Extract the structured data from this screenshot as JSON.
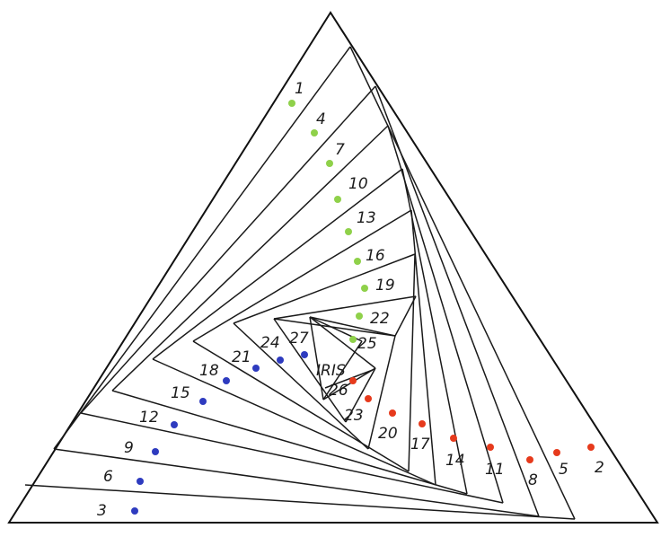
{
  "pattern": {
    "center_label": "IRIS",
    "dot_colors": {
      "green": "#8fd14a",
      "blue": "#2e3bbf",
      "red": "#e63a1c"
    },
    "pieces": [
      {
        "label": "1",
        "dot": "green"
      },
      {
        "label": "2",
        "dot": "red"
      },
      {
        "label": "3",
        "dot": "blue"
      },
      {
        "label": "4",
        "dot": "green"
      },
      {
        "label": "5",
        "dot": "red"
      },
      {
        "label": "6",
        "dot": "blue"
      },
      {
        "label": "7",
        "dot": "green"
      },
      {
        "label": "8",
        "dot": "red"
      },
      {
        "label": "9",
        "dot": "blue"
      },
      {
        "label": "10",
        "dot": "green"
      },
      {
        "label": "11",
        "dot": "red"
      },
      {
        "label": "12",
        "dot": "blue"
      },
      {
        "label": "13",
        "dot": "green"
      },
      {
        "label": "14",
        "dot": "red"
      },
      {
        "label": "15",
        "dot": "blue"
      },
      {
        "label": "16",
        "dot": "green"
      },
      {
        "label": "17",
        "dot": "red"
      },
      {
        "label": "18",
        "dot": "blue"
      },
      {
        "label": "19",
        "dot": "green"
      },
      {
        "label": "20",
        "dot": "red"
      },
      {
        "label": "21",
        "dot": "blue"
      },
      {
        "label": "22",
        "dot": "green"
      },
      {
        "label": "23",
        "dot": "red"
      },
      {
        "label": "24",
        "dot": "blue"
      },
      {
        "label": "25",
        "dot": "green"
      },
      {
        "label": "26",
        "dot": "red"
      },
      {
        "label": "27",
        "dot": "blue"
      }
    ]
  }
}
